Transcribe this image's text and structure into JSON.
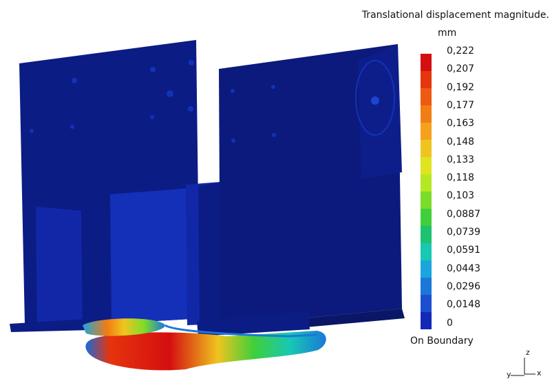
{
  "legend": {
    "title": "Translational displacement magnitude.",
    "unit": "mm",
    "values": [
      "0,222",
      "0,207",
      "0,192",
      "0,177",
      "0,163",
      "0,148",
      "0,133",
      "0,118",
      "0,103",
      "0,0887",
      "0,0739",
      "0,0591",
      "0,0443",
      "0,0296",
      "0,0148",
      "0"
    ],
    "colors": [
      "#d40f0f",
      "#e6340d",
      "#ee5a10",
      "#f27d14",
      "#f5a11b",
      "#f0c41f",
      "#e0e31f",
      "#b5e822",
      "#7cdc2a",
      "#3fcf3b",
      "#1dc26e",
      "#18c8b3",
      "#1aa6dc",
      "#1a78d8",
      "#1b4fcf",
      "#1428b8"
    ],
    "boundary_label": "On Boundary"
  },
  "triad": {
    "z": "z",
    "y": "y",
    "x": "x"
  },
  "model": {
    "body_color": "#0a1673"
  }
}
